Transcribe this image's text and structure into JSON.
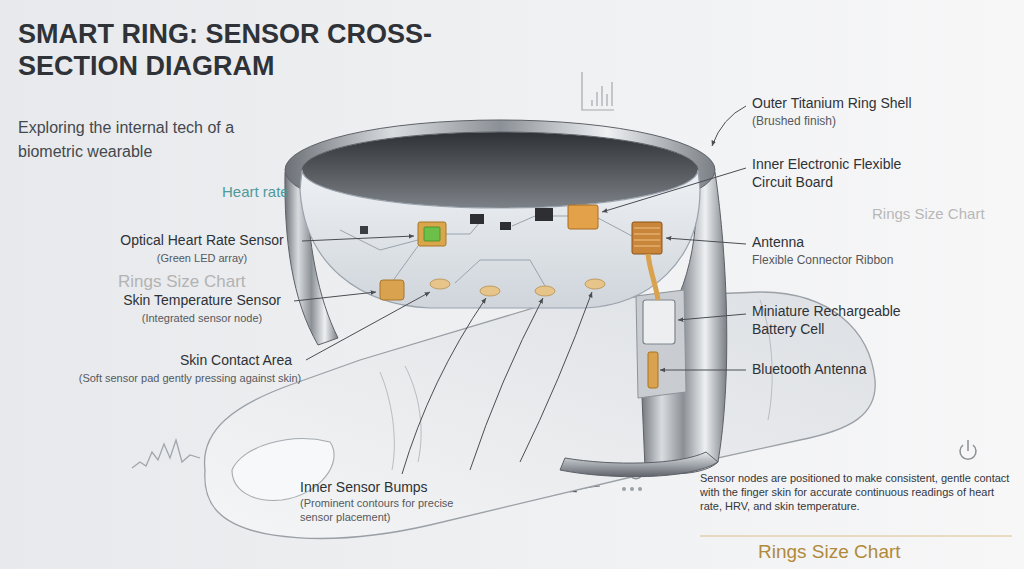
{
  "diagram": {
    "title": "SMART RING: SENSOR CROSS-SECTION DIAGRAM",
    "caption": "Exploring the internal tech of a biometric wearable",
    "labels": [
      "Heart rate",
      "Rings Size Chart",
      "Optical Heart Rate Sensor",
      "(Green LED array)",
      "Skin Temperature Sensor",
      "(Integrated sensor node)",
      "Skin Contact Area",
      "(Soft sensor pad gently pressing against skin)",
      "Inner Sensor Bumps",
      "(Prominent contours for precise sensor placement)",
      "Outer Titanium Ring Shell",
      "(Brushed finish)",
      "Inner Electronic Flexible Circuit Board",
      "Rings Size Chart",
      "Antenna",
      "Flexible Connector Ribbon",
      "Miniature Rechargeable Battery Cell",
      "Bluetooth Antenna",
      "Sensor nodes are positioned to make consistent, gentle contact with the finger skin for accurate continuous readings of heart rate, HRV, and skin temperature.",
      "Rings Size Chart"
    ]
  }
}
